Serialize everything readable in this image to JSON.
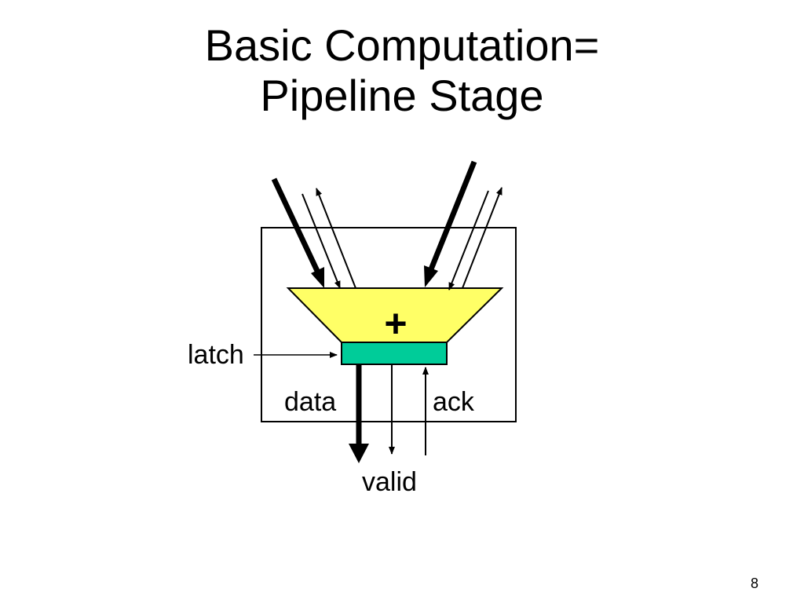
{
  "slide": {
    "title_lines": [
      "Basic Computation=",
      "Pipeline Stage"
    ],
    "page_number": "8"
  },
  "diagram": {
    "adder_symbol": "+",
    "labels": {
      "latch": "latch",
      "data": "data",
      "ack": "ack",
      "valid": "valid"
    },
    "colors": {
      "adder_fill": "#FFFF66",
      "latch_fill": "#00CC99",
      "stroke": "#000000"
    }
  }
}
